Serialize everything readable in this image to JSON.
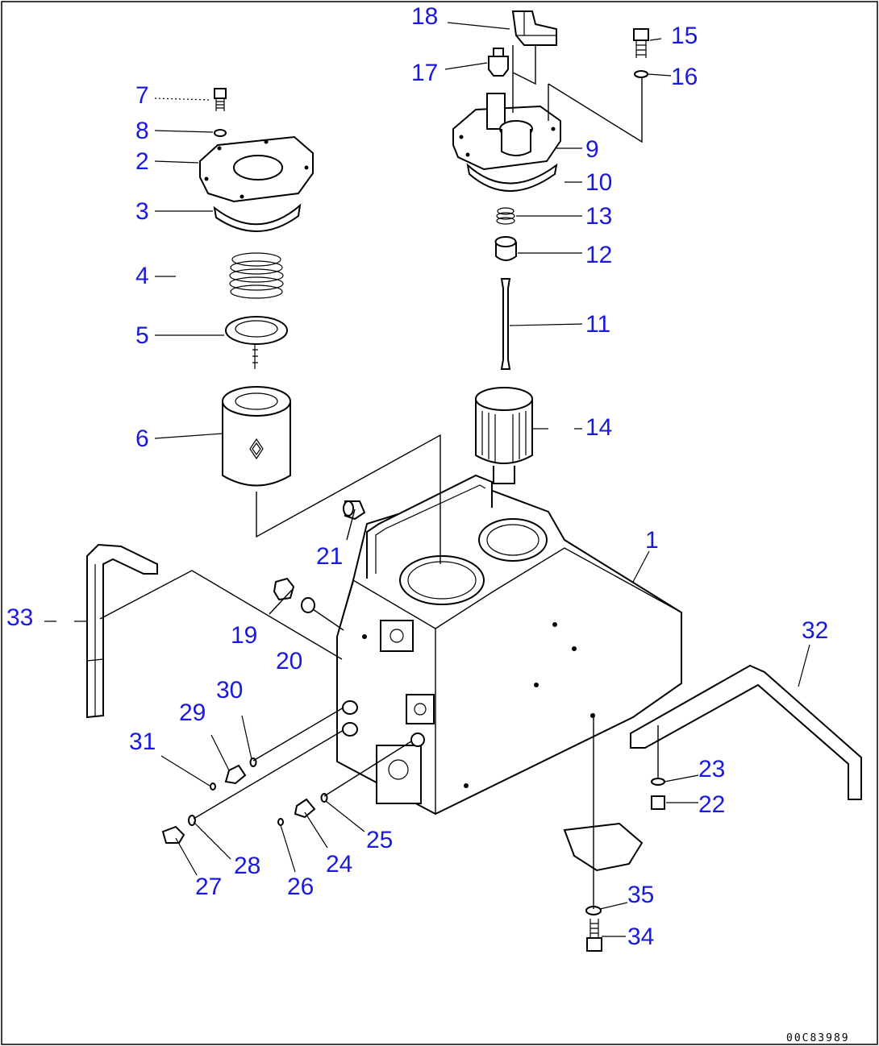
{
  "diagram": {
    "drawing_code": "00C83989",
    "callout_color": "#1a1adc",
    "callouts": [
      {
        "id": "1",
        "label": "1"
      },
      {
        "id": "2",
        "label": "2"
      },
      {
        "id": "3",
        "label": "3"
      },
      {
        "id": "4",
        "label": "4"
      },
      {
        "id": "5",
        "label": "5"
      },
      {
        "id": "6",
        "label": "6"
      },
      {
        "id": "7",
        "label": "7"
      },
      {
        "id": "8",
        "label": "8"
      },
      {
        "id": "9",
        "label": "9"
      },
      {
        "id": "10",
        "label": "10"
      },
      {
        "id": "11",
        "label": "11"
      },
      {
        "id": "12",
        "label": "12"
      },
      {
        "id": "13",
        "label": "13"
      },
      {
        "id": "14",
        "label": "14"
      },
      {
        "id": "15",
        "label": "15"
      },
      {
        "id": "16",
        "label": "16"
      },
      {
        "id": "17",
        "label": "17"
      },
      {
        "id": "18",
        "label": "18"
      },
      {
        "id": "19",
        "label": "19"
      },
      {
        "id": "20",
        "label": "20"
      },
      {
        "id": "21",
        "label": "21"
      },
      {
        "id": "22",
        "label": "22"
      },
      {
        "id": "23",
        "label": "23"
      },
      {
        "id": "24",
        "label": "24"
      },
      {
        "id": "25",
        "label": "25"
      },
      {
        "id": "26",
        "label": "26"
      },
      {
        "id": "27",
        "label": "27"
      },
      {
        "id": "28",
        "label": "28"
      },
      {
        "id": "29",
        "label": "29"
      },
      {
        "id": "30",
        "label": "30"
      },
      {
        "id": "31",
        "label": "31"
      },
      {
        "id": "32",
        "label": "32"
      },
      {
        "id": "33",
        "label": "33"
      },
      {
        "id": "34",
        "label": "34"
      },
      {
        "id": "35",
        "label": "35"
      }
    ]
  }
}
